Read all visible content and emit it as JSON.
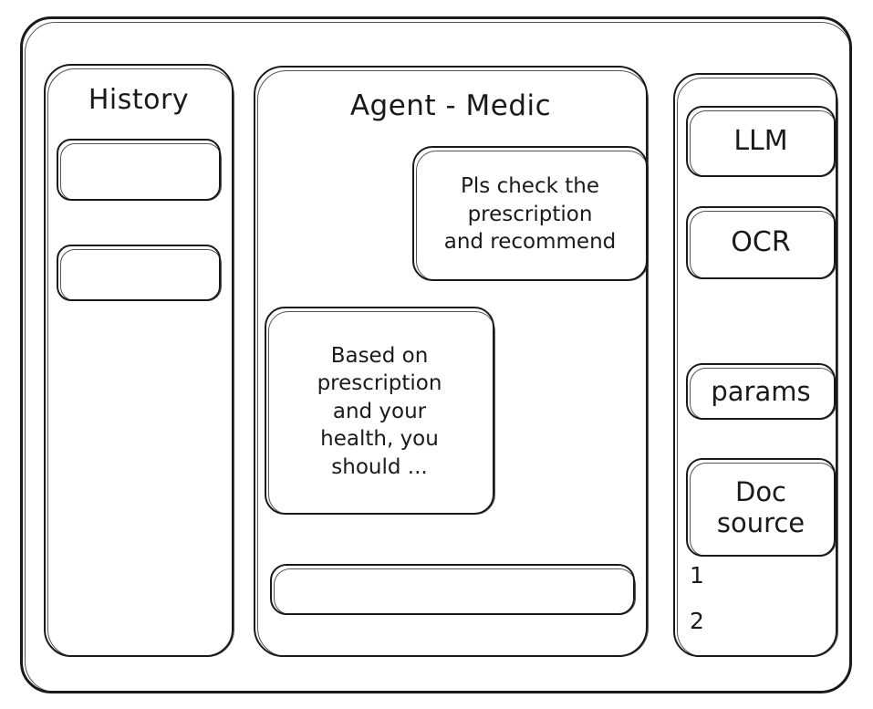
{
  "window": {
    "name": "agent-app-wireframe"
  },
  "history": {
    "title": "History",
    "items": [
      {
        "label": ""
      },
      {
        "label": ""
      }
    ]
  },
  "agent": {
    "title": "Agent - Medic",
    "messages": [
      {
        "role": "user",
        "lines": [
          "Pls check the",
          "prescription",
          "and recommend"
        ]
      },
      {
        "role": "assistant",
        "lines": [
          "Based on",
          "prescription",
          "and your",
          "health, you",
          "should ..."
        ]
      }
    ],
    "composer": {
      "value": "",
      "placeholder": ""
    }
  },
  "tools": {
    "buttons": [
      {
        "label": "LLM"
      },
      {
        "label": "OCR"
      },
      {
        "label": "params"
      }
    ],
    "doc_source": {
      "lines": [
        "Doc",
        "source"
      ]
    },
    "doc_refs": [
      "1",
      "2"
    ]
  },
  "colors": {
    "stroke": "#1a1a1a",
    "background": "#ffffff"
  }
}
